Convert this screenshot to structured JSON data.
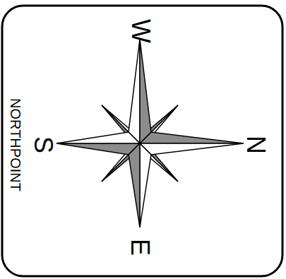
{
  "diagram": {
    "labels": [
      "W",
      "N",
      "S",
      "E",
      "NORTHPOINT"
    ]
  }
}
